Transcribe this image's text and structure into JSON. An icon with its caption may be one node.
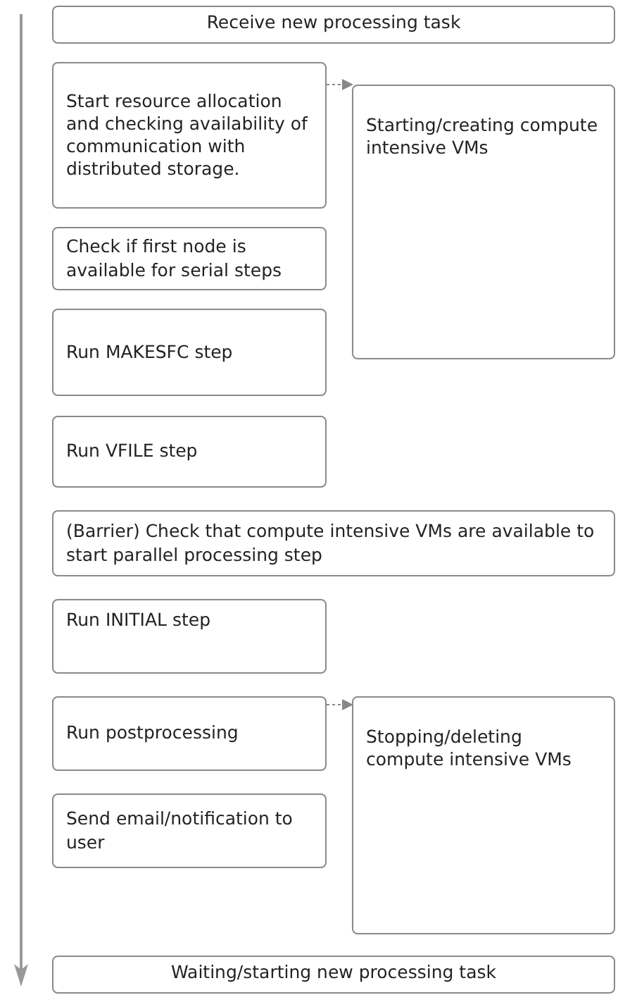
{
  "diagram": {
    "nodes": [
      {
        "text": [
          "Receive new processing task"
        ]
      },
      {
        "text": [
          "Start resource allocation and checking availability of communication with distributed storage."
        ]
      },
      {
        "text": [
          "Starting/creating compute intensive VMs"
        ]
      },
      {
        "text": [
          "Check if first node is available for serial steps"
        ]
      },
      {
        "text": [
          "Run MAKESFC step"
        ]
      },
      {
        "text": [
          "Run VFILE step"
        ]
      },
      {
        "text": [
          "(Barrier) Check that compute intensive VMs are available to start parallel processing step"
        ]
      },
      {
        "text": [
          "Run INITIAL step"
        ]
      },
      {
        "text": [
          "Run postprocessing"
        ]
      },
      {
        "text": [
          "Stopping/deleting compute intensive VMs"
        ]
      },
      {
        "text": [
          "Send email/notification to user"
        ]
      },
      {
        "text": [
          "Waiting/starting new processing task"
        ]
      }
    ],
    "edges": [
      {
        "from": 1,
        "to": 2,
        "arrow": "to",
        "style": "dashed"
      },
      {
        "from": 8,
        "to": 9,
        "arrow": "to",
        "style": "dashed"
      }
    ]
  }
}
